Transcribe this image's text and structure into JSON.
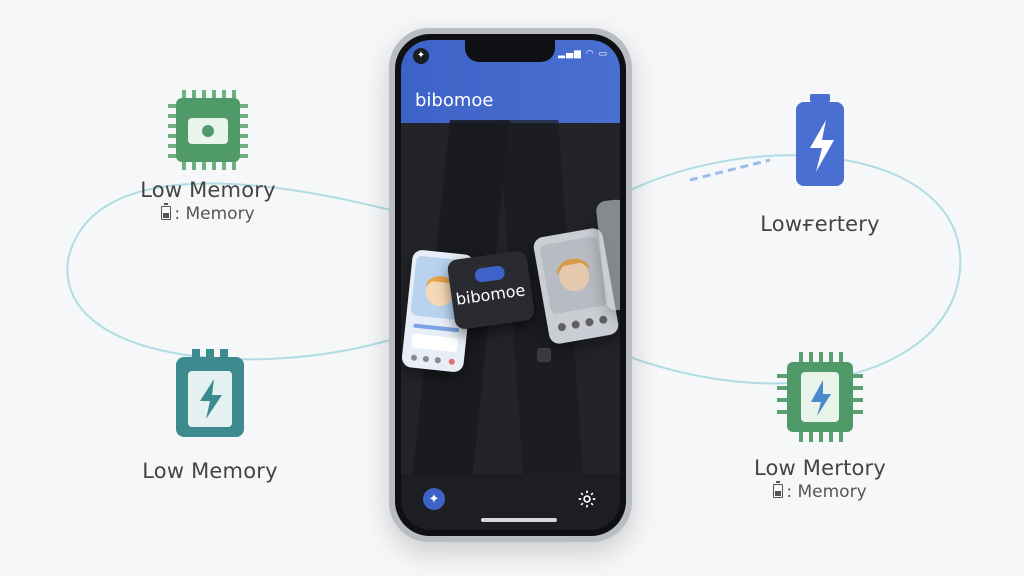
{
  "app": {
    "title": "bibomoe",
    "card_title": "bibomoe"
  },
  "features": [
    {
      "label": "Low Memory",
      "sublabel": ": Memory",
      "icon": "chip-icon"
    },
    {
      "label": "Low Memory",
      "sublabel": "",
      "icon": "battery-chip-icon"
    },
    {
      "label": "Lowғertery",
      "sublabel": "",
      "icon": "battery-icon"
    },
    {
      "label": "Low Mertory",
      "sublabel": ": Memory",
      "icon": "battery-chip-icon"
    }
  ],
  "colors": {
    "accent_blue": "#3d63c8",
    "chip_green": "#4f9a68",
    "battery_blue": "#4a6fd2",
    "background": "#f6f7f9"
  }
}
